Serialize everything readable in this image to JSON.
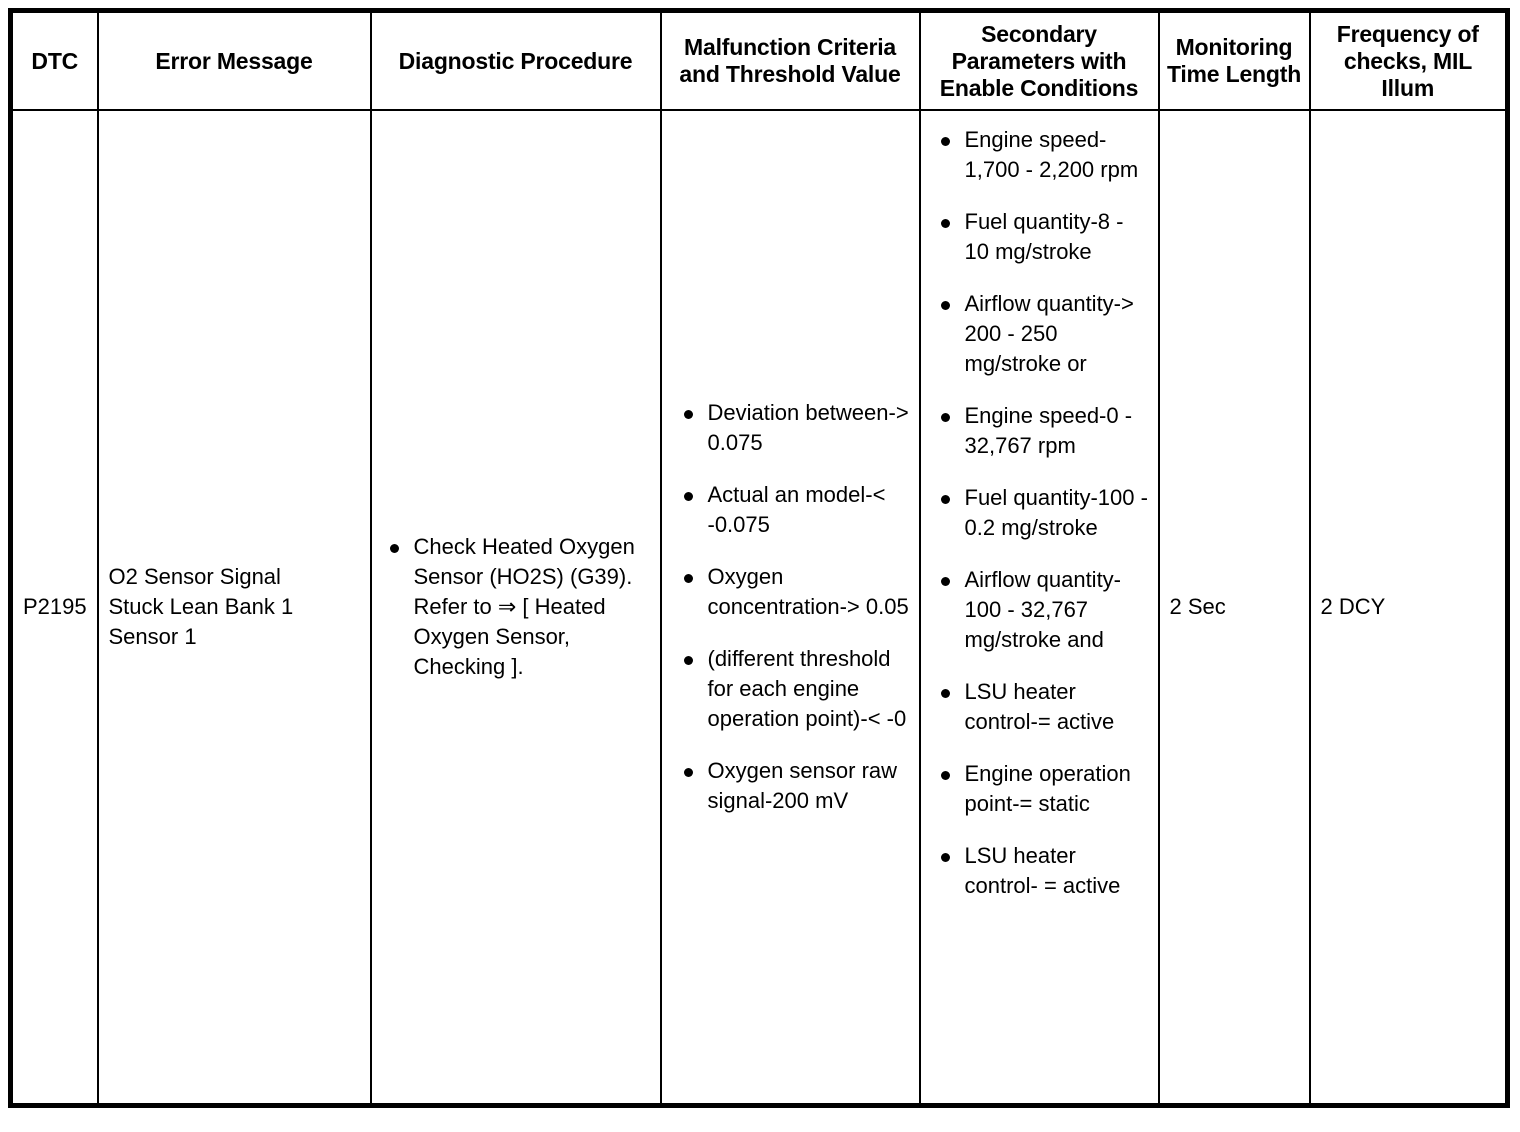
{
  "table": {
    "columns": [
      {
        "key": "dtc",
        "header": "DTC"
      },
      {
        "key": "error",
        "header": "Error Message"
      },
      {
        "key": "procedure",
        "header": "Diagnostic Procedure"
      },
      {
        "key": "criteria",
        "header": "Malfunction Criteria and Threshold Value"
      },
      {
        "key": "secondary",
        "header": "Secondary Parameters with Enable Conditions"
      },
      {
        "key": "monitor",
        "header": "Monitoring Time Length"
      },
      {
        "key": "frequency",
        "header": "Frequency of checks, MIL Illum"
      }
    ],
    "header_lines": {
      "dtc": [
        "DTC"
      ],
      "error": [
        "Error Message"
      ],
      "procedure": [
        "Diagnostic Procedure"
      ],
      "criteria": [
        "Malfunction Criteria",
        "and Threshold",
        "Value"
      ],
      "secondary": [
        "Secondary",
        "Parameters with",
        "Enable Conditions"
      ],
      "monitor": [
        "Monitoring",
        "Time",
        "Length"
      ],
      "frequency": [
        "Frequency of",
        "checks, MIL",
        "Illum"
      ]
    },
    "rows": [
      {
        "dtc": "P2195",
        "error_lines": [
          "O2 Sensor Signal",
          "Stuck Lean Bank 1",
          "Sensor 1"
        ],
        "procedure_bullets": [
          "Check Heated Oxygen Sensor (HO2S) (G39). Refer to ⇒ [ Heated Oxygen Sensor, Checking ]."
        ],
        "criteria_bullets": [
          "Deviation between-> 0.075",
          "Actual an model-< -0.075",
          "Oxygen concentration-> 0.05",
          "(different threshold for each engine operation point)-< -0",
          "Oxygen sensor raw signal-200 mV"
        ],
        "secondary_bullets": [
          "Engine speed-1,700 - 2,200 rpm",
          "Fuel quantity-8 - 10 mg/stroke",
          "Airflow quantity-> 200 - 250 mg/stroke or",
          "Engine speed-0 - 32,767 rpm",
          "Fuel quantity-100 - 0.2 mg/stroke",
          "Airflow quantity-100 - 32,767 mg/stroke and",
          "LSU heater control-= active",
          "Engine operation point-= static",
          "LSU heater control- = active"
        ],
        "monitor": "2 Sec",
        "frequency": "2 DCY"
      }
    ]
  },
  "colors": {
    "border": "#000000",
    "text": "#000000",
    "background": "#ffffff"
  }
}
